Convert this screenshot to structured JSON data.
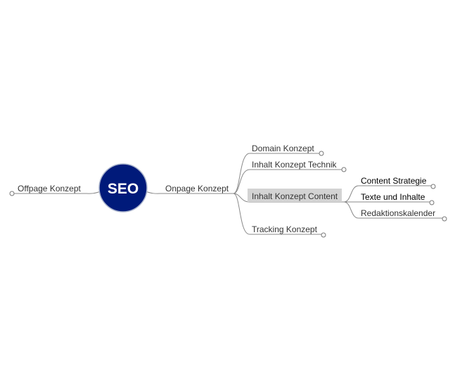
{
  "mindmap": {
    "root": {
      "label": "SEO",
      "fill_color": "#001a7a",
      "border_color": "#aab4cc"
    },
    "left_nodes": [
      {
        "label": "Offpage Konzept"
      }
    ],
    "right_nodes": [
      {
        "label": "Onpage Konzept",
        "children": [
          {
            "label": "Domain Konzept"
          },
          {
            "label": "Inhalt Konzept Technik"
          },
          {
            "label": "Inhalt Konzept Content",
            "selected": true,
            "children": [
              {
                "label": "Content Strategie"
              },
              {
                "label": "Texte und Inhalte"
              },
              {
                "label": "Redaktionskalender"
              }
            ]
          },
          {
            "label": "Tracking Konzept"
          }
        ]
      }
    ],
    "selection_color": "#d3d3d3",
    "branch_color": "#8a8a8a"
  }
}
